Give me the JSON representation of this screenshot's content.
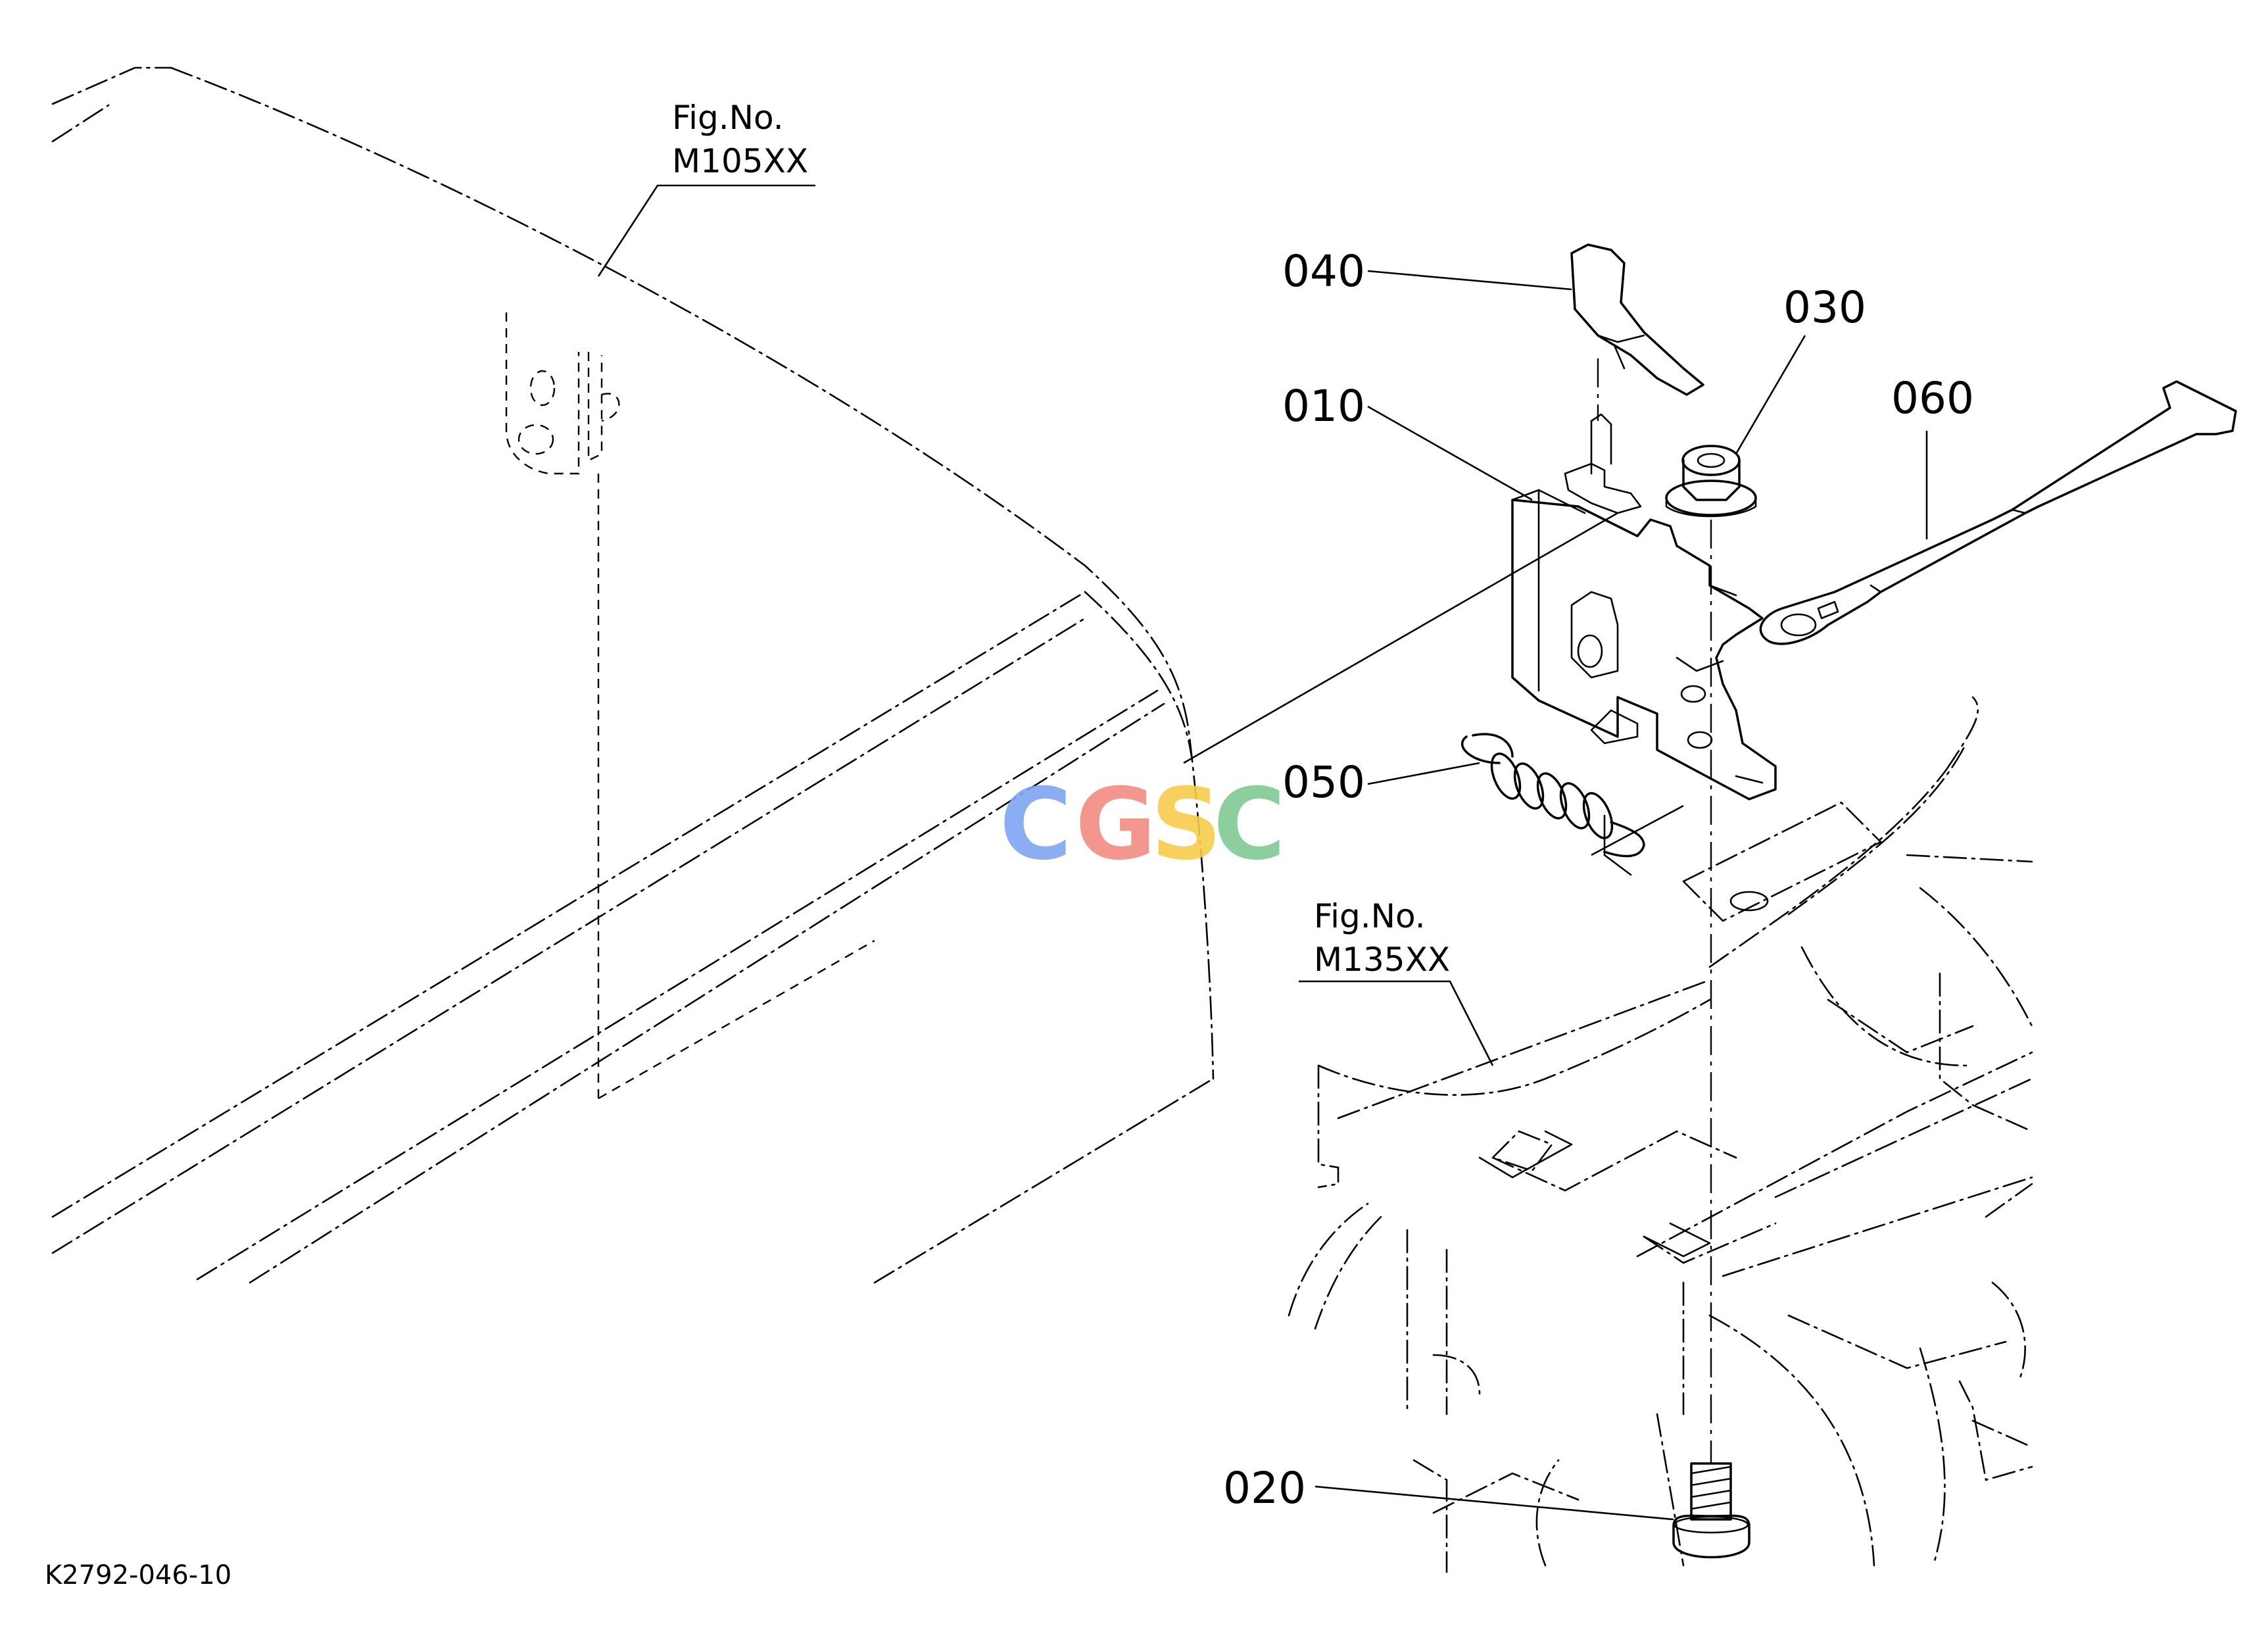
{
  "parts": {
    "p010": "010",
    "p020": "020",
    "p030": "030",
    "p040": "040",
    "p050": "050",
    "p060": "060"
  },
  "figure_refs": {
    "upper_label": "Fig.No.",
    "upper_code": "M105XX",
    "lower_label": "Fig.No.",
    "lower_code": "M135XX"
  },
  "drawing_code": "K2792-046-10",
  "watermark": {
    "letters": [
      "C",
      "G",
      "S",
      "C"
    ],
    "colors": [
      "#7fa6f2",
      "#f28b82",
      "#f7cb4d",
      "#81c995"
    ]
  }
}
